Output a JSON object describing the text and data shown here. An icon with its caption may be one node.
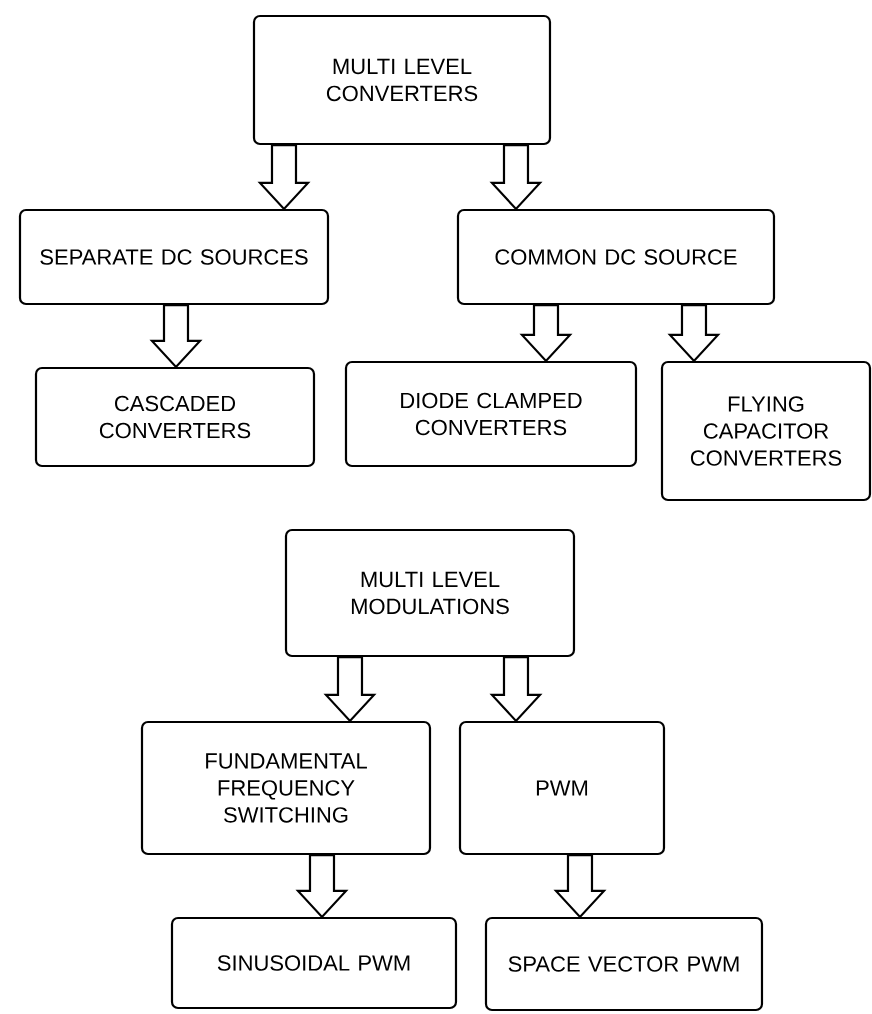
{
  "diagram": {
    "nodes": [
      {
        "text": [
          "MULTI LEVEL CONVERTERS"
        ]
      },
      {
        "text": [
          "SEPARATE DC SOURCES"
        ]
      },
      {
        "text": [
          "COMMON DC SOURCE"
        ]
      },
      {
        "text": [
          "CASCADED CONVERTERS"
        ]
      },
      {
        "text": [
          "DIODE CLAMPED CONVERTERS"
        ]
      },
      {
        "text": [
          "FLYING CAPACITOR CONVERTERS"
        ]
      },
      {
        "text": [
          "MULTI LEVEL MODULATIONS"
        ]
      },
      {
        "text": [
          "FUNDAMENTAL FREQUENCY SWITCHING"
        ]
      },
      {
        "text": [
          "PWM"
        ]
      },
      {
        "text": [
          "SINUSOIDAL PWM"
        ]
      },
      {
        "text": [
          "SPACE VECTOR PWM"
        ]
      }
    ],
    "edges": [
      {
        "from": 0,
        "to": 1,
        "arrow": "to"
      },
      {
        "from": 0,
        "to": 2,
        "arrow": "to"
      },
      {
        "from": 1,
        "to": 3,
        "arrow": "to"
      },
      {
        "from": 2,
        "to": 4,
        "arrow": "to"
      },
      {
        "from": 2,
        "to": 5,
        "arrow": "to"
      },
      {
        "from": 6,
        "to": 7,
        "arrow": "to"
      },
      {
        "from": 6,
        "to": 8,
        "arrow": "to"
      },
      {
        "from": 7,
        "to": 9,
        "arrow": "to"
      },
      {
        "from": 8,
        "to": 10,
        "arrow": "to"
      }
    ]
  }
}
